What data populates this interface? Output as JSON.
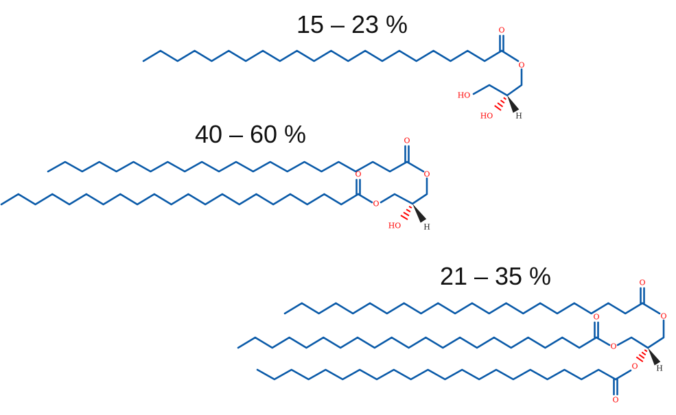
{
  "molecules": [
    {
      "name": "monoglyceride",
      "percent_label": "15 – 23 %",
      "atoms": {
        "carbonyl_o": "O",
        "ester_o": "O",
        "hydroxyl_1": "HO",
        "hydroxyl_2": "HO",
        "hydrogen": "H"
      }
    },
    {
      "name": "diglyceride",
      "percent_label": "40 – 60 %",
      "atoms": {
        "carbonyl_o_1": "O",
        "ester_o_1": "O",
        "carbonyl_o_2": "O",
        "ester_o_2": "O",
        "hydroxyl": "HO",
        "hydrogen": "H"
      }
    },
    {
      "name": "triglyceride",
      "percent_label": "21 – 35 %",
      "atoms": {
        "carbonyl_o_1": "O",
        "ester_o_1": "O",
        "carbonyl_o_2": "O",
        "ester_o_2": "O",
        "carbonyl_o_3": "O",
        "ester_o_3": "O",
        "hydrogen": "H"
      }
    }
  ],
  "colors": {
    "bond": "#0a5aa8",
    "heteroatom": "#ff0000",
    "hydrogen": "#222222"
  }
}
